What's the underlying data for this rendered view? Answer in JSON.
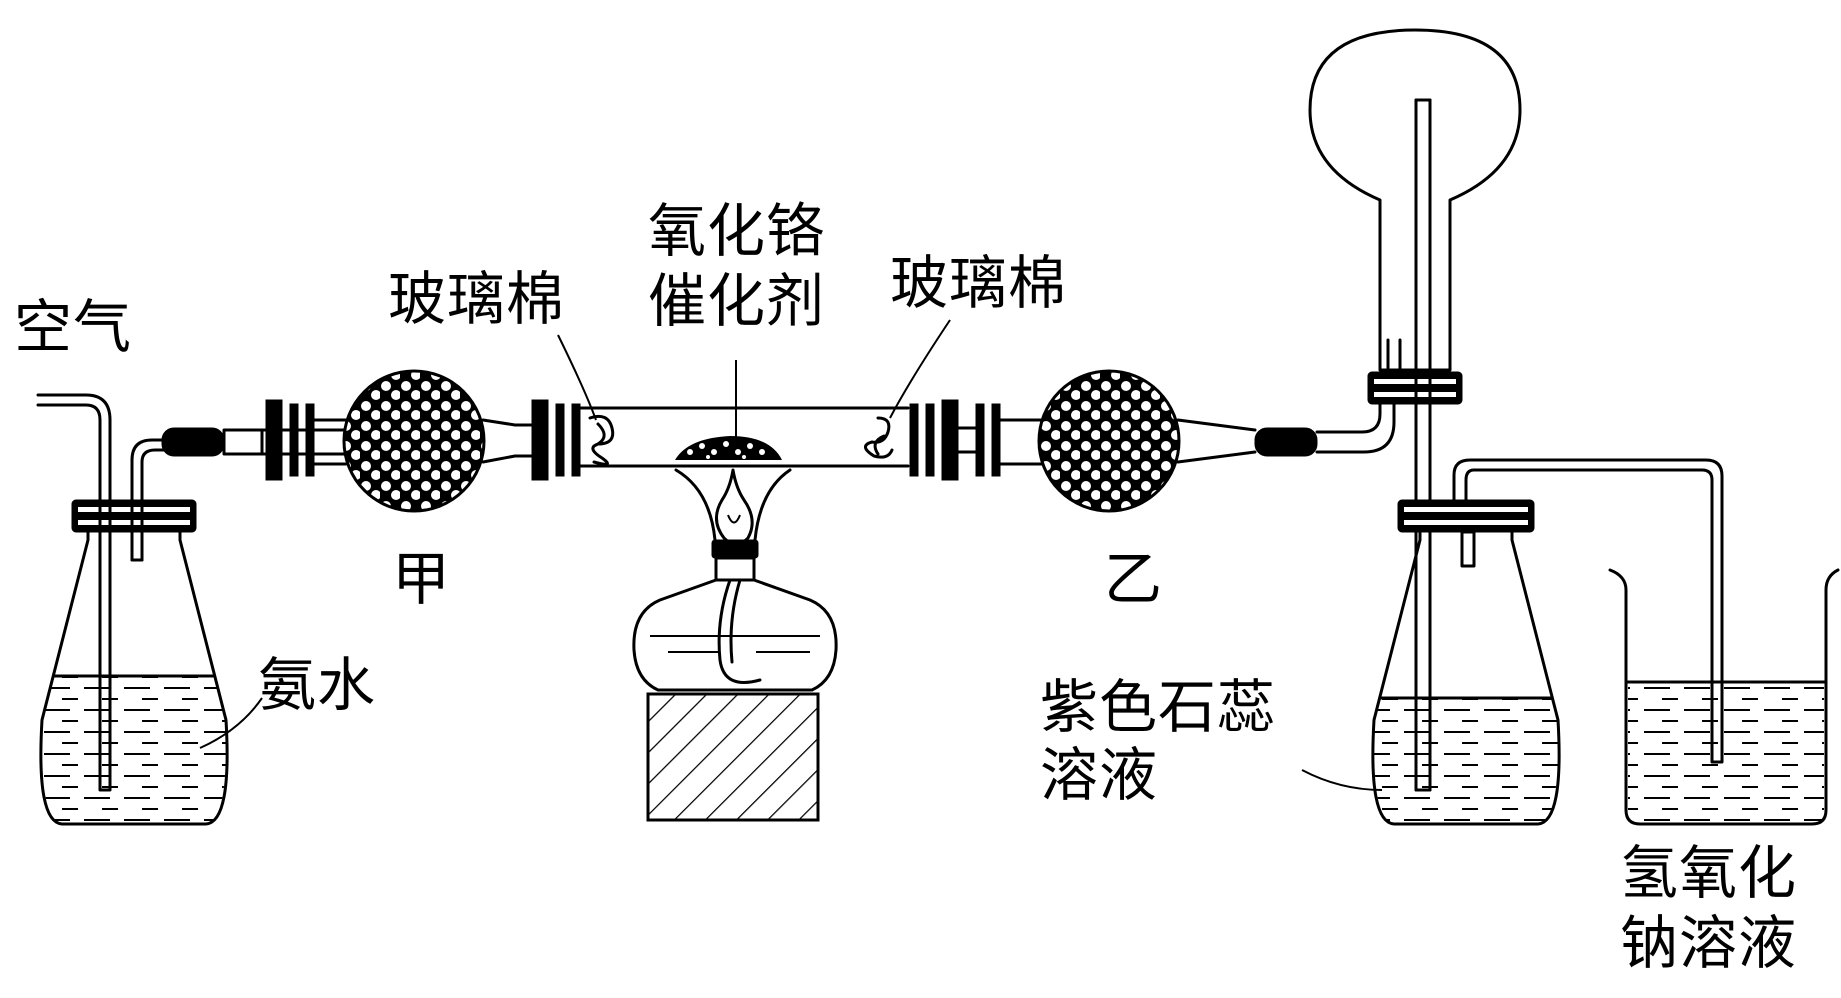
{
  "labels": {
    "air": "空气",
    "ammonia_water": "氨水",
    "glass_wool_left": "玻璃棉",
    "catalyst_line1": "氧化铬",
    "catalyst_line2": "催化剂",
    "glass_wool_right": "玻璃棉",
    "jia": "甲",
    "yi": "乙",
    "litmus_line1": "紫色石蕊",
    "litmus_line2": "溶液",
    "naoh_line1": "氢氧化",
    "naoh_line2": "钠溶液"
  }
}
